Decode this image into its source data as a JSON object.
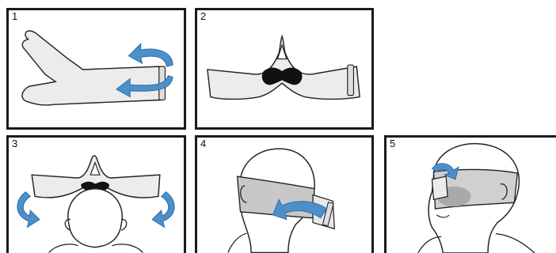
{
  "steps": [
    {
      "number": "1"
    },
    {
      "number": "2"
    },
    {
      "number": "3"
    },
    {
      "number": "4"
    },
    {
      "number": "5"
    }
  ],
  "colors": {
    "strap_fill": "#e8e8e8",
    "strap_dark": "#c8c8c8",
    "arrow_blue": "#4d8fc9",
    "pad_black": "#111111",
    "outline": "#222222"
  }
}
